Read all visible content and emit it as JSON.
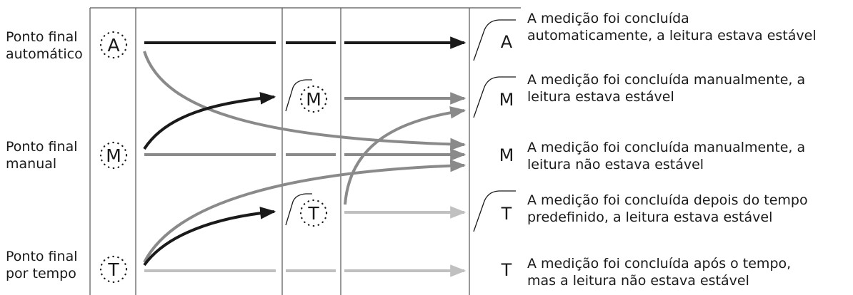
{
  "left_labels": {
    "automatic": [
      "Ponto final",
      "automático"
    ],
    "manual": [
      "Ponto final",
      "manual"
    ],
    "timed": [
      "Ponto final",
      "por tempo"
    ]
  },
  "mode_icons": {
    "automatic": "A",
    "manual": "M",
    "timed": "T"
  },
  "results": [
    {
      "letter": "A",
      "stable": true,
      "desc": [
        "A medição foi concluída",
        "automaticamente, a leitura estava estável"
      ]
    },
    {
      "letter": "M",
      "stable": true,
      "desc": [
        "A medição foi concluída manualmente, a",
        "leitura estava estável"
      ]
    },
    {
      "letter": "M",
      "stable": false,
      "desc": [
        "A medição foi concluída manualmente, a",
        "leitura não estava estável"
      ]
    },
    {
      "letter": "T",
      "stable": true,
      "desc": [
        "A medição foi concluída depois do tempo",
        "predefinido, a leitura estava estável"
      ]
    },
    {
      "letter": "T",
      "stable": false,
      "desc": [
        "A medição foi concluída após o tempo,",
        "mas a leitura não estava estável"
      ]
    }
  ],
  "colors": {
    "black": "#1a1a1a",
    "gray": "#8a8a8a",
    "light_gray": "#c0c0c0",
    "border": "#555555"
  },
  "icons": {
    "dotted_circle": "dotted-circle-icon",
    "stability_curve": "stability-curve-icon"
  }
}
